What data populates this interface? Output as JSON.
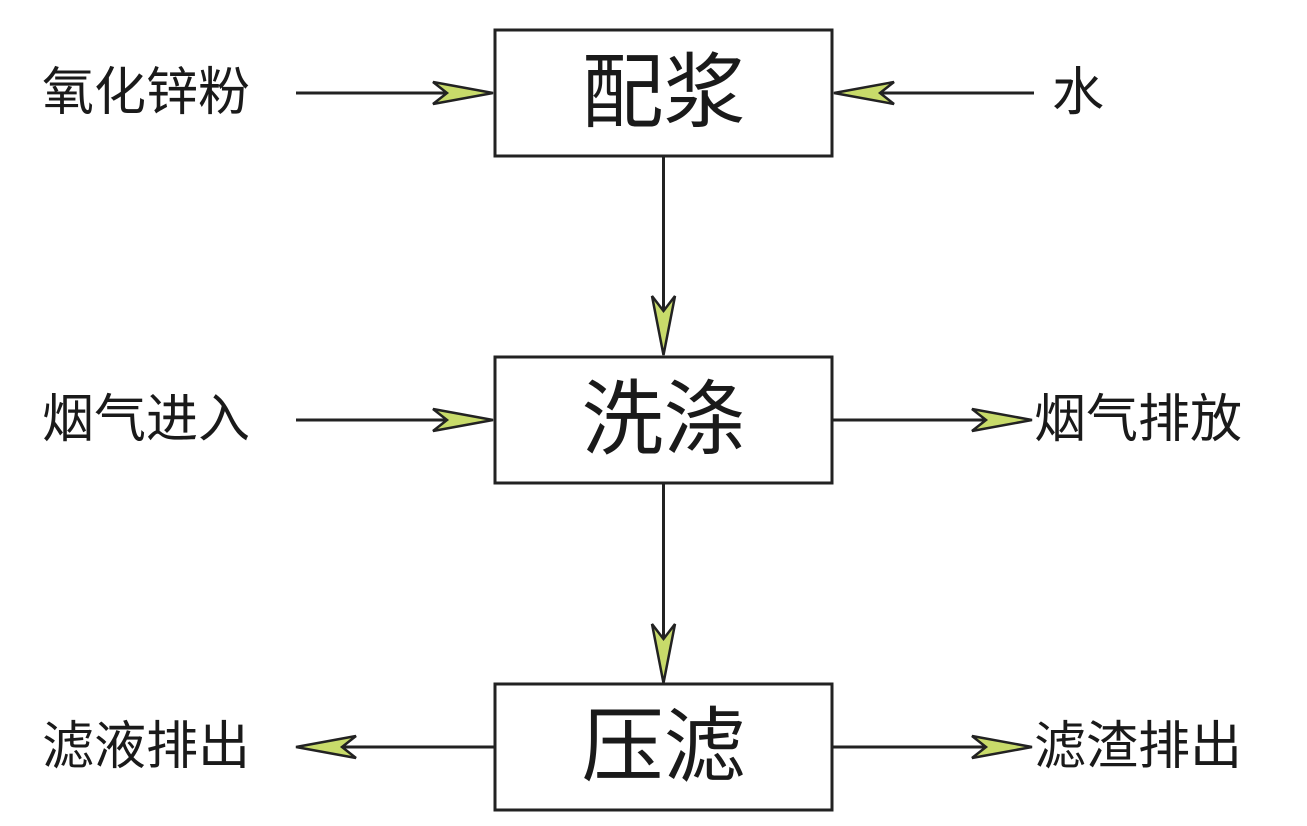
{
  "steps": {
    "slurry": "配浆",
    "washing": "洗涤",
    "filter_press": "压滤"
  },
  "inputs": {
    "zinc_oxide_powder": "氧化锌粉",
    "water": "水",
    "flue_gas_in": "烟气进入"
  },
  "outputs": {
    "flue_gas_out": "烟气排放",
    "filtrate_out": "滤液排出",
    "residue_out": "滤渣排出"
  },
  "colors": {
    "arrowhead_fill": "#c8db6a",
    "line": "#222222"
  }
}
